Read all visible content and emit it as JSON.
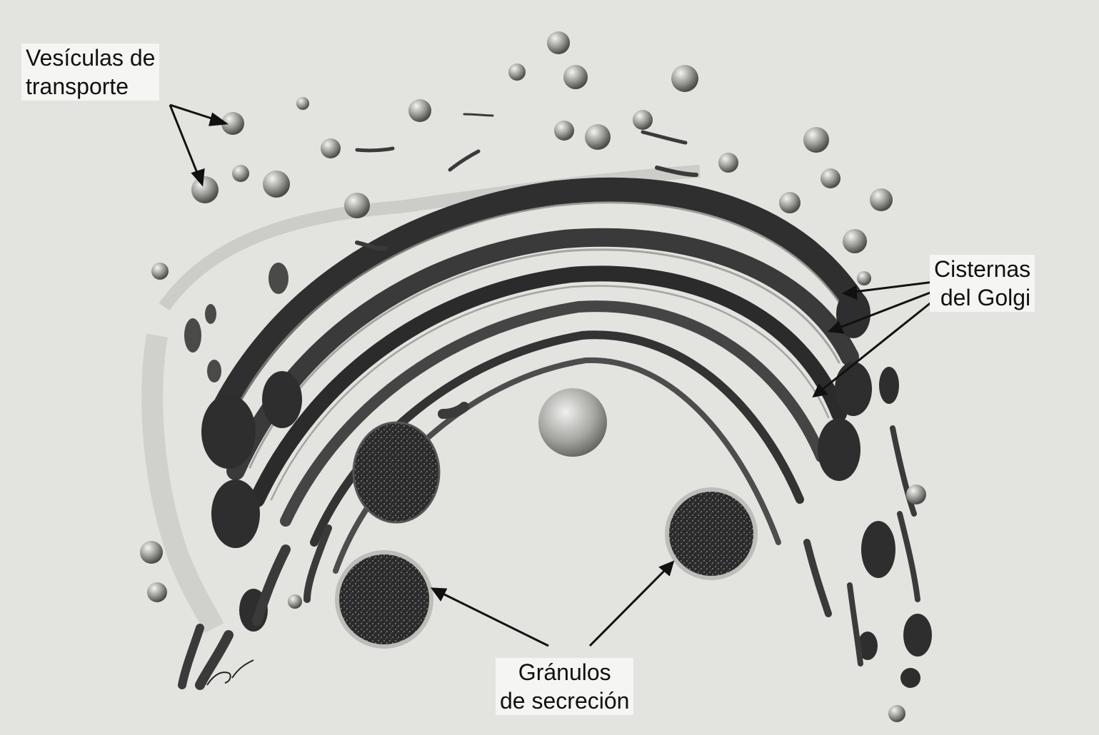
{
  "labels": {
    "vesicles": {
      "line1": "Vesículas de",
      "line2": "transporte"
    },
    "cisterns": {
      "line1": "Cisternas",
      "line2": "del Golgi"
    },
    "granules": {
      "line1": "Gránulos",
      "line2": "de secreción"
    }
  },
  "signature": "Colarelli"
}
